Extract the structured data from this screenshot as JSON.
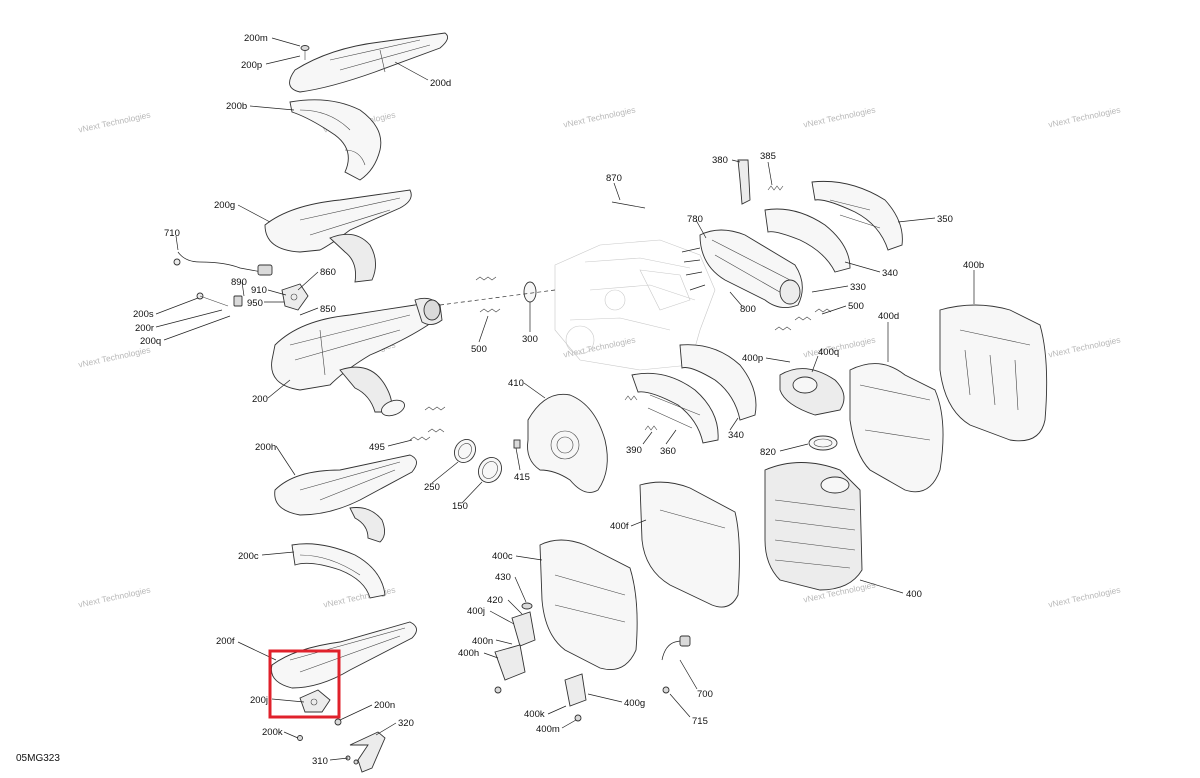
{
  "figure_code": "05MG323",
  "watermark": {
    "line1": "vNext",
    "line2": "Technologies",
    "text": "vNext Technologies"
  },
  "highlight_color": "#e0212b",
  "parts": [
    "200m",
    "200p",
    "200d",
    "200b",
    "200g",
    "710",
    "890",
    "910",
    "950",
    "860",
    "200s",
    "200r",
    "200q",
    "850",
    "200",
    "495",
    "250",
    "150",
    "200h",
    "200c",
    "200f",
    "200j",
    "200k",
    "200n",
    "320",
    "310",
    "500",
    "300",
    "410",
    "415",
    "870",
    "780",
    "800",
    "380",
    "385",
    "350",
    "340",
    "330",
    "400b",
    "400d",
    "400p",
    "400q",
    "390",
    "360",
    "820",
    "400f",
    "400",
    "400c",
    "430",
    "420",
    "400j",
    "400n",
    "400h",
    "700",
    "715",
    "400g",
    "400k",
    "400m"
  ]
}
